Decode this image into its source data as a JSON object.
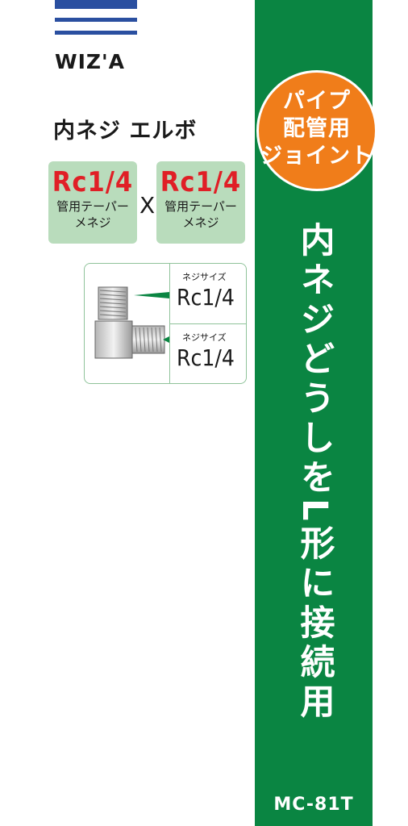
{
  "brand": {
    "name": "WIZ'A",
    "bar_color": "#2a4fa0"
  },
  "title": "内ネジ エルボ",
  "specs": [
    {
      "size": "Rc1/4",
      "sub1": "管用テーパー",
      "sub2": "メネジ"
    },
    {
      "size": "Rc1/4",
      "sub1": "管用テーパー",
      "sub2": "メネジ"
    }
  ],
  "cross": "X",
  "diagram": {
    "top": {
      "label": "ネジサイズ",
      "size": "Rc1/4"
    },
    "bottom": {
      "label": "ネジサイズ",
      "size": "Rc1/4"
    }
  },
  "badge": {
    "line1": "パイプ",
    "line2": "配管用",
    "line3": "ジョイント",
    "color": "#f07d1a"
  },
  "vertical_text": "内ネジどうしをL形に接続用",
  "model": "MC-81T",
  "colors": {
    "green": "#0a8542",
    "spec_bg": "#b9dcbc",
    "red": "#e01f26"
  }
}
